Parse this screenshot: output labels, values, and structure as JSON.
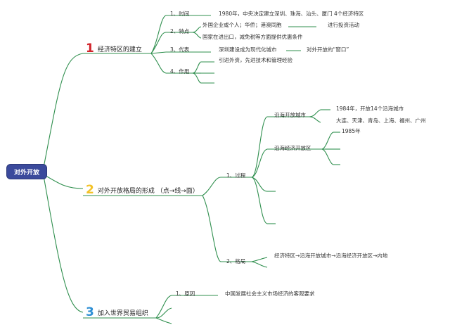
{
  "root": "对外开放",
  "branches": [
    {
      "num": "1",
      "title": "经济特区的建立"
    },
    {
      "num": "2",
      "title": "对外开放格局的形成 （点→线→面）"
    },
    {
      "num": "3",
      "title": "加入世界贸易组织"
    }
  ],
  "b1": {
    "time_label": "1、时间",
    "time_text": "1980年，中央决定建立深圳、珠海、汕头、厦门 4个经济特区",
    "feature_label": "2、特点",
    "feature_text1": "外国企业或个人；华侨；港澳同胞",
    "feature_text1b": "进行投资活动",
    "feature_text2": "国家在进出口，减免税等方面提供优惠条件",
    "rep_label": "3、代表",
    "rep_text": "深圳建设成为现代化城市",
    "rep_text_b": "对外开放的“窗口”",
    "role_label": "4、作用",
    "role_text": "引进外资，先进技术和管理经验"
  },
  "b2": {
    "process_label": "1、过程",
    "coastal_cities": "沿海开放城市",
    "cities_year": "1984年，开放14个沿海城市",
    "cities_list": "大连、天津、青岛、上海、福州、广州",
    "zones": "沿海经济开放区",
    "zones_year": "1985年",
    "pattern_label": "2、格局",
    "pattern_text": "经济特区→沿海开放城市→沿海经济开放区→内地"
  },
  "b3": {
    "reason_label": "1、原因",
    "reason_text": "中国发展社会主义市场经济的客观要求"
  }
}
